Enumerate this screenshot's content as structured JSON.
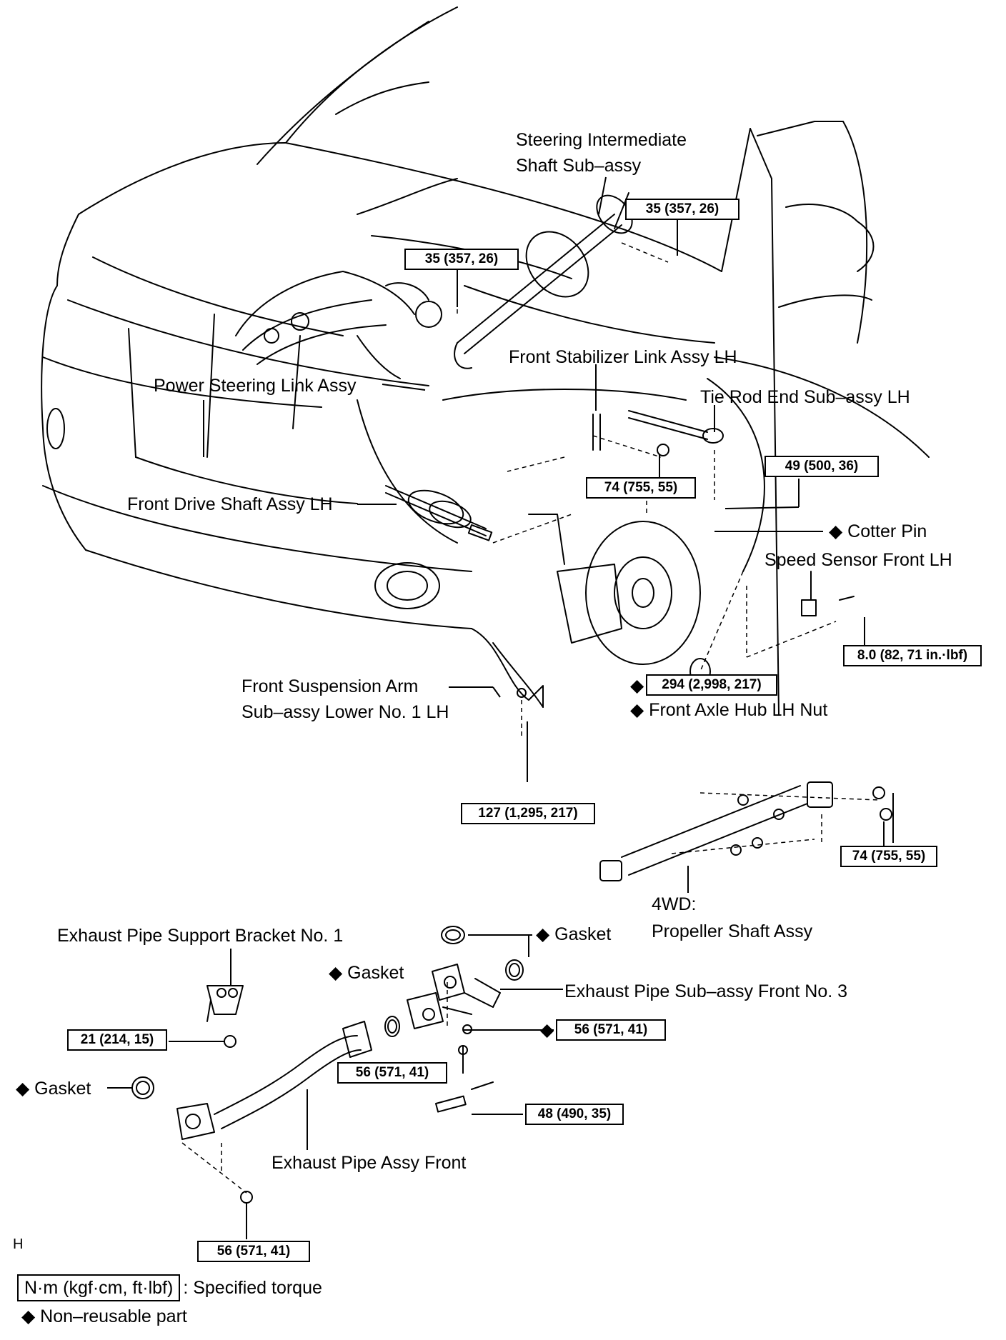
{
  "labels": {
    "steering_shaft_1": "Steering Intermediate",
    "steering_shaft_2": "Shaft Sub–assy",
    "front_stab_link": "Front Stabilizer Link Assy LH",
    "power_steering_link": "Power Steering Link Assy",
    "tie_rod_end": "Tie Rod End Sub–assy LH",
    "front_drive_shaft": "Front Drive Shaft Assy LH",
    "cotter_pin": "◆ Cotter Pin",
    "speed_sensor": "Speed Sensor Front LH",
    "front_susp_arm_1": "Front Suspension Arm",
    "front_susp_arm_2": "Sub–assy Lower No. 1 LH",
    "axle_hub_nut": "◆ Front Axle Hub LH Nut",
    "axle_hub_diamond": "◆",
    "propeller_1": "4WD:",
    "propeller_2": "Propeller Shaft Assy",
    "exh_support": "Exhaust Pipe Support Bracket No. 1",
    "gasket_a": "◆ Gasket",
    "gasket_b": "◆ Gasket",
    "gasket_c": "◆ Gasket",
    "exh_front_no3": "Exhaust Pipe Sub–assy Front No. 3",
    "exh_56_diamond": "◆",
    "exh_front": "Exhaust Pipe Assy Front",
    "corner_mark": "H"
  },
  "torques": {
    "t_35_a": "35 (357, 26)",
    "t_35_b": "35 (357, 26)",
    "t_49": "49 (500, 36)",
    "t_74_a": "74 (755, 55)",
    "t_8": "8.0 (82, 71 in.·lbf)",
    "t_294": "294 (2,998, 217)",
    "t_127": "127 (1,295, 217)",
    "t_74_b": "74 (755, 55)",
    "t_21": "21 (214, 15)",
    "t_56_a": "56 (571, 41)",
    "t_56_b": "56 (571, 41)",
    "t_48": "48 (490, 35)",
    "t_56_c": "56 (571, 41)"
  },
  "legend": {
    "torque_unit": "N·m (kgf·cm, ft·lbf)",
    "torque_text": ": Specified torque",
    "nonreusable": "◆ Non–reusable part"
  }
}
